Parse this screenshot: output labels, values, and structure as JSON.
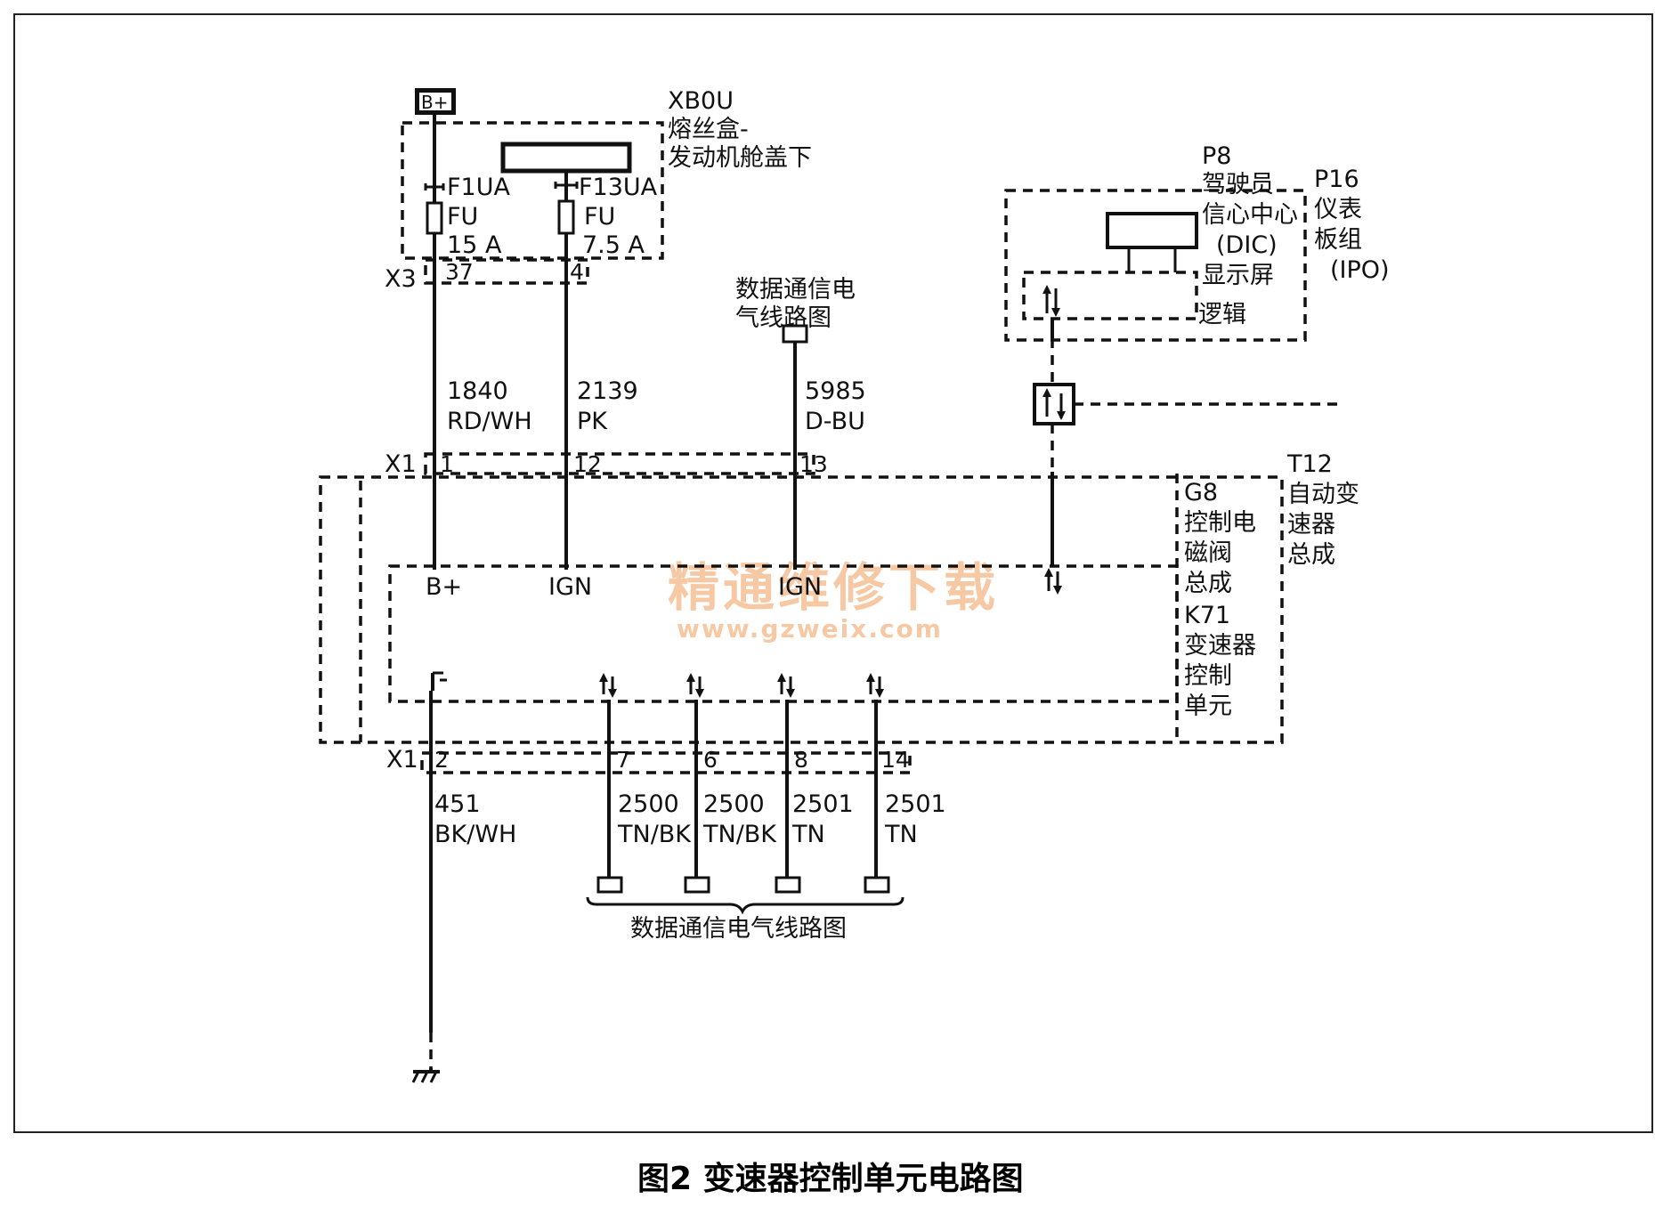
{
  "power": {
    "batt_label": "B+"
  },
  "fuse_box": {
    "id": "XB0U",
    "name_line1": "熔丝盒-",
    "name_line2": "发动机舱盖下",
    "fuse1": {
      "id": "F1UA",
      "type": "FU",
      "rating": "15 A"
    },
    "fuse2": {
      "id": "F13UA",
      "type": "FU",
      "rating": "7.5 A"
    }
  },
  "x3": {
    "label": "X3",
    "pin1": "37",
    "pin2": "4"
  },
  "wires_upper": [
    {
      "circuit": "1840",
      "color": "RD/WH"
    },
    {
      "circuit": "2139",
      "color": "PK"
    },
    {
      "circuit": "5985",
      "color": "D-BU"
    }
  ],
  "data_ref_top": {
    "line1": "数据通信电",
    "line2": "气线路图"
  },
  "x1_top": {
    "label": "X1",
    "pins": [
      "1",
      "12",
      "13"
    ]
  },
  "dic": {
    "id": "P8",
    "line1": "驾驶员",
    "line2": "信心中心",
    "line3": "(DIC)",
    "line4": "显示屏",
    "logic": "逻辑"
  },
  "ipc": {
    "id": "P16",
    "line1": "仪表",
    "line2": "板组",
    "line3": "(IPO)"
  },
  "transmission": {
    "id": "T12",
    "line1": "自动变",
    "line2": "速器",
    "line3": "总成"
  },
  "solenoid": {
    "id": "G8",
    "line1": "控制电",
    "line2": "磁阀",
    "line3": "总成"
  },
  "tcm": {
    "id": "K71",
    "line1": "变速器",
    "line2": "控制",
    "line3": "单元"
  },
  "tcm_inputs": {
    "bplus": "B+",
    "ign1": "IGN",
    "ign2": "IGN"
  },
  "x1_bottom": {
    "label": "X1",
    "pins": [
      "2",
      "7",
      "6",
      "8",
      "14"
    ]
  },
  "wires_lower": [
    {
      "circuit": "451",
      "color": "BK/WH"
    },
    {
      "circuit": "2500",
      "color": "TN/BK"
    },
    {
      "circuit": "2500",
      "color": "TN/BK"
    },
    {
      "circuit": "2501",
      "color": "TN"
    },
    {
      "circuit": "2501",
      "color": "TN"
    }
  ],
  "data_ref_bottom": "数据通信电气线路图",
  "watermark": {
    "cn": "精通维修下载",
    "url": "www.gzweix.com"
  },
  "caption": "图2  变速器控制单元电路图"
}
